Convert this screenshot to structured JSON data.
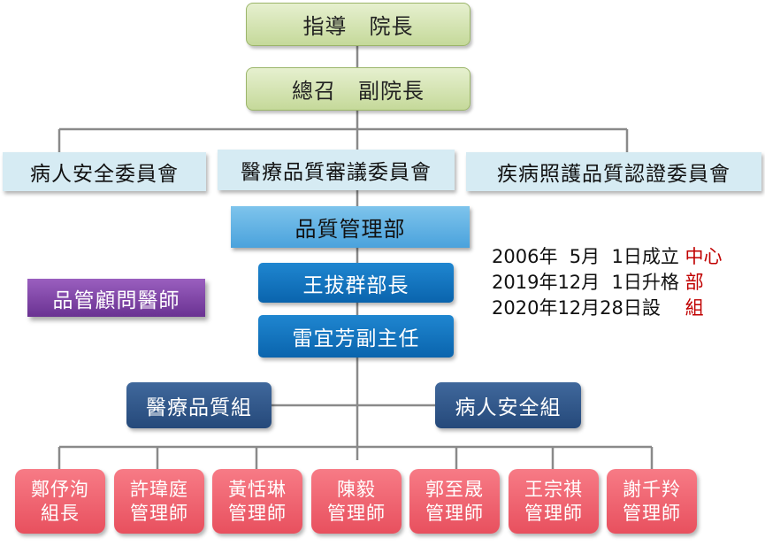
{
  "chart_data": {
    "type": "org-chart",
    "leadership": {
      "advisor": "指導　院長",
      "convener": "總召　副院長"
    },
    "committees": [
      "病人安全委員會",
      "醫療品質審議委員會",
      "疾病照護品質認證委員會"
    ],
    "department": "品質管理部",
    "director": "王拔群部長",
    "deputy": "雷宜芳副主任",
    "consultant": "品管顧問醫師",
    "groups": [
      "醫療品質組",
      "病人安全組"
    ],
    "staff": [
      {
        "name": "鄭伃洵",
        "title": "組長"
      },
      {
        "name": "許瑋庭",
        "title": "管理師"
      },
      {
        "name": "黃恬琳",
        "title": "管理師"
      },
      {
        "name": "陳毅",
        "title": "管理師"
      },
      {
        "name": "郭至晟",
        "title": "管理師"
      },
      {
        "name": "王宗祺",
        "title": "管理師"
      },
      {
        "name": "謝千羚",
        "title": "管理師"
      }
    ],
    "timeline": [
      {
        "text": "2006年  5月  1日成立 ",
        "highlight": "中心"
      },
      {
        "text": "2019年12月  1日升格 ",
        "highlight": "部"
      },
      {
        "text": "2020年12月28日設　 ",
        "highlight": "組"
      }
    ]
  },
  "colors": {
    "leadership": "#c5d99a",
    "committee": "#d6ebf3",
    "department": "#4aa2dc",
    "management": "#0a64ad",
    "group": "#25497a",
    "consultant": "#6a3292",
    "staff": "#e8505e",
    "highlight": "#c00000",
    "connector": "#8a8a8a"
  }
}
